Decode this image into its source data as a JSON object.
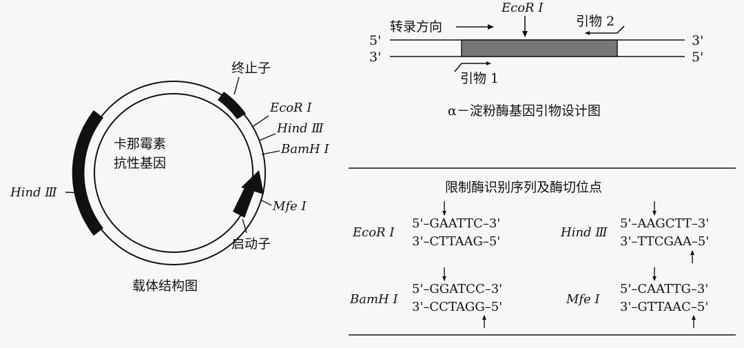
{
  "vector": {
    "caption": "载体结构图",
    "labels": {
      "terminator": "终止子",
      "kan_line1": "卡那霉素",
      "kan_line2": "抗性基因",
      "ecor1": "EcoR Ⅰ",
      "hind3_right": "Hind Ⅲ",
      "bamh1": "BamH Ⅰ",
      "mfe1": "Mfe Ⅰ",
      "hind3_left": "Hind Ⅲ",
      "promoter": "启动子"
    }
  },
  "primer_design": {
    "caption": "α－淀粉酶基因引物设计图",
    "top_5": "5'",
    "top_3": "3'",
    "bottom_3": "3'",
    "bottom_5": "5'",
    "transcription_dir": "转录方向",
    "ecor1": "EcoR Ⅰ",
    "primer2": "引物 2",
    "primer1": "引物 1"
  },
  "restriction_sites": {
    "title": "限制酶识别序列及酶切位点",
    "enzymes": [
      {
        "name": "EcoR Ⅰ",
        "top": "5'–GAATTC–3'",
        "bottom": "3'–CTTAAG–5'"
      },
      {
        "name": "Hind Ⅲ",
        "top": "5'–AAGCTT–3'",
        "bottom": "3'–TTCGAA–5'"
      },
      {
        "name": "BamH Ⅰ",
        "top": "5'–GGATCC–3'",
        "bottom": "3'–CCTAGG–5'"
      },
      {
        "name": "Mfe Ⅰ",
        "top": "5'–CAATTG–3'",
        "bottom": "3'–GTTAAC–5'"
      }
    ]
  }
}
